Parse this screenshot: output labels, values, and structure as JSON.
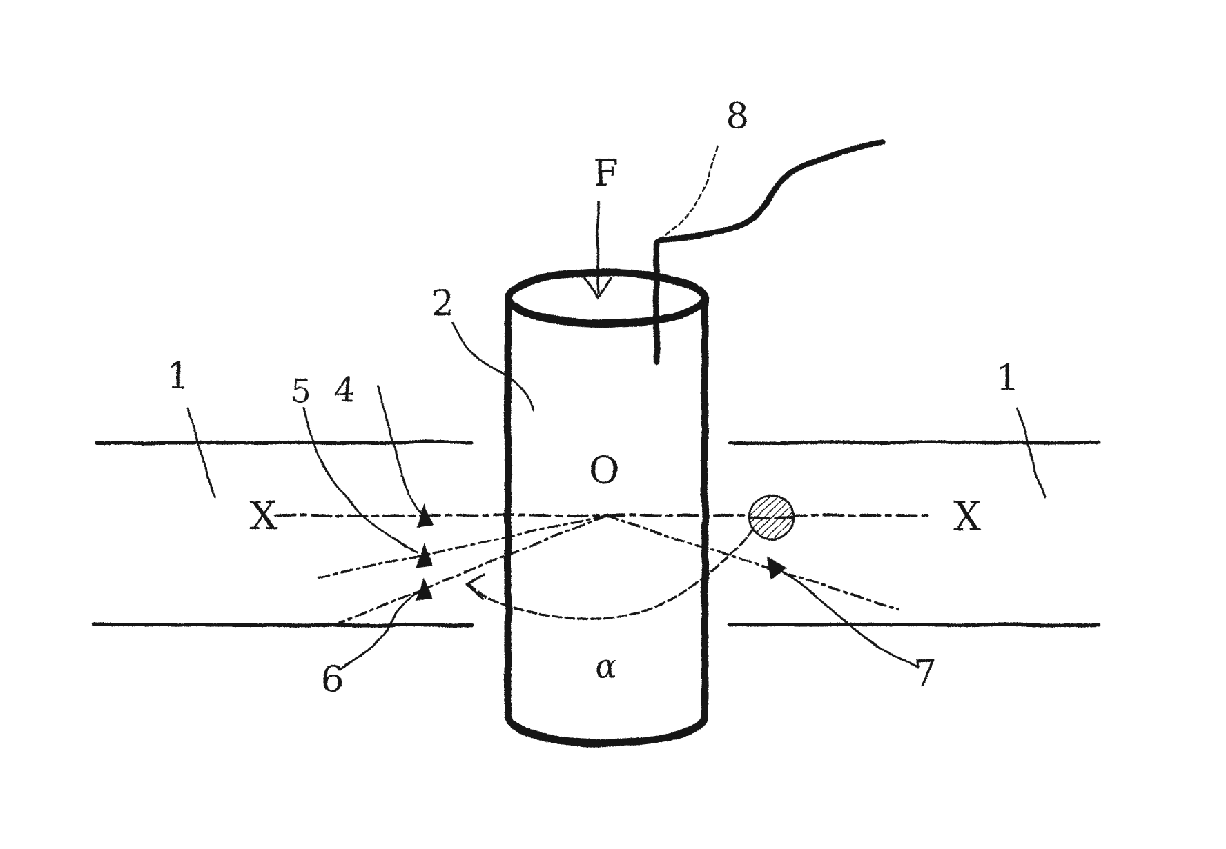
{
  "figure": {
    "background": "#ffffff",
    "ink_color": "#151515",
    "labels": {
      "ground_left": "1",
      "ground_right": "1",
      "cylinder": "2",
      "marker_axis": "4",
      "marker_tilt1": "5",
      "marker_tilt2": "6",
      "ball": "7",
      "cable": "8",
      "force": "F",
      "axis_left": "X",
      "axis_right": "X",
      "origin": "O",
      "angle": "α"
    }
  }
}
